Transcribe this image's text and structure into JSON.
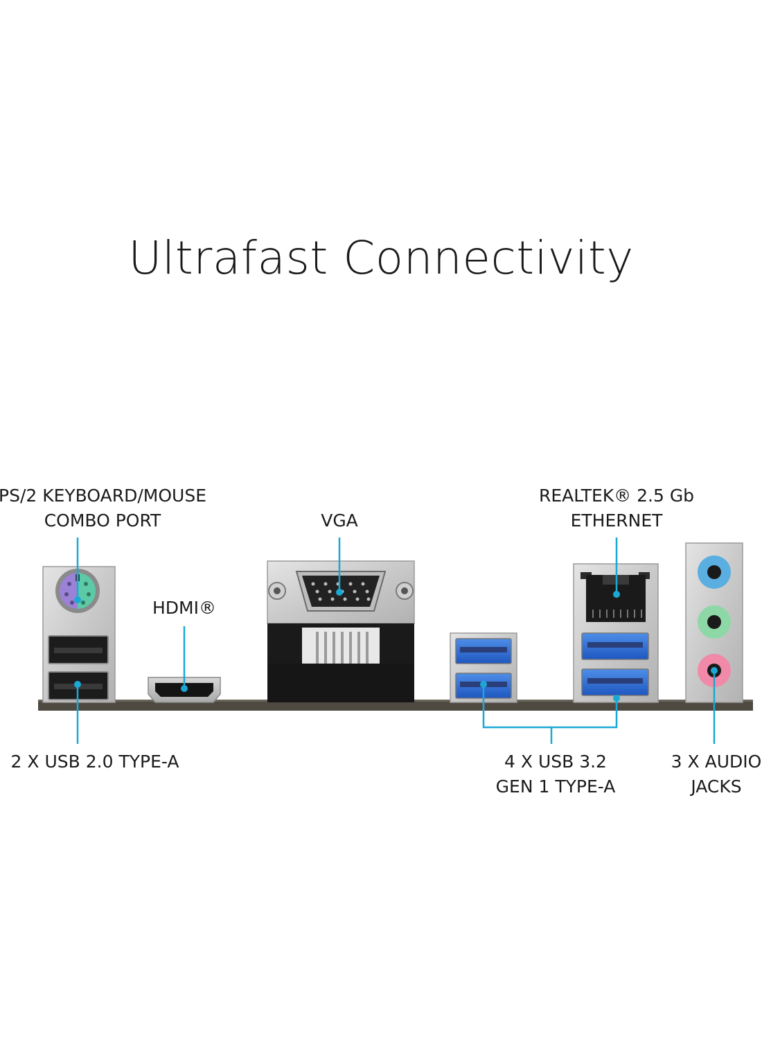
{
  "title": "Ultrafast Connectivity",
  "labels": {
    "ps2_line1": "PS/2 KEYBOARD/MOUSE",
    "ps2_line2": "COMBO PORT",
    "vga": "VGA",
    "hdmi": "HDMI®",
    "ethernet_line1": "REALTEK® 2.5 Gb",
    "ethernet_line2": "ETHERNET",
    "usb2": "2 X USB 2.0 TYPE-A",
    "usb32_line1": "4 X USB 3.2",
    "usb32_line2": "GEN 1 TYPE-A",
    "audio_line1": "3 X AUDIO",
    "audio_line2": "JACKS"
  },
  "colors": {
    "callout": "#1ba8d4",
    "usb3_blue": "#2f6fd8",
    "ps2_purple": "#9b82d6",
    "ps2_green": "#5cc9a7",
    "audio_blue": "#5aaee0",
    "audio_green": "#8ed8a8",
    "audio_pink": "#f08aa8"
  }
}
